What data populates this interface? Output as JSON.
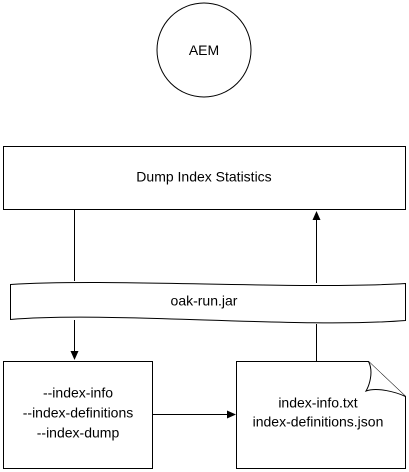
{
  "diagram": {
    "nodes": {
      "aem": {
        "label": "AEM",
        "shape": "circle"
      },
      "dump_index_statistics": {
        "label": "Dump Index Statistics",
        "shape": "rectangle"
      },
      "oak_run_jar": {
        "label": "oak-run.jar",
        "shape": "wavy-banner"
      },
      "options": {
        "shape": "rectangle",
        "lines": [
          "--index-info",
          "--index-definitions",
          "--index-dump"
        ]
      },
      "output_files": {
        "shape": "document-folded-corner",
        "lines": [
          "index-info.txt",
          "index-definitions.json"
        ]
      }
    },
    "edges": [
      {
        "from": "dump_index_statistics",
        "to": "oak_run_jar",
        "arrow": "none"
      },
      {
        "from": "oak_run_jar",
        "to": "options",
        "arrow": "end"
      },
      {
        "from": "options",
        "to": "output_files",
        "arrow": "end"
      },
      {
        "from": "output_files",
        "to": "oak_run_jar",
        "arrow": "none"
      },
      {
        "from": "oak_run_jar",
        "to": "dump_index_statistics",
        "arrow": "end"
      }
    ],
    "colors": {
      "stroke": "#000000",
      "fill": "#ffffff",
      "text": "#000000"
    }
  }
}
